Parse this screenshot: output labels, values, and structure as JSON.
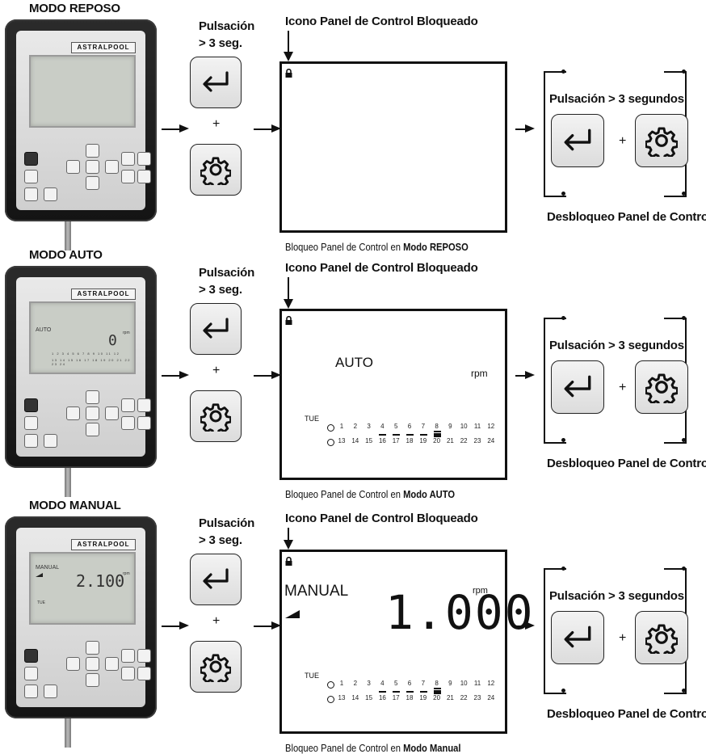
{
  "rows": [
    {
      "mode_title": "MODO REPOSO",
      "press_line1": "Pulsación",
      "press_line2": "> 3 seg.",
      "icon_label": "Icono Panel de Control Bloqueado",
      "caption_prefix": "Bloqueo Panel de Control en ",
      "caption_mode": "Modo REPOSO",
      "unlock_press": "Pulsación > 3 segundos",
      "unlock_caption": "Desbloqueo Panel de Control",
      "device_brand": "ASTRALPOOL"
    },
    {
      "mode_title": "MODO AUTO",
      "press_line1": "Pulsación",
      "press_line2": "> 3 seg.",
      "icon_label": "Icono Panel de Control Bloqueado",
      "caption_prefix": "Bloqueo Panel de Control en ",
      "caption_mode": "Modo AUTO",
      "unlock_press": "Pulsación > 3 segundos",
      "unlock_caption": "Desbloqueo Panel de Control",
      "device_brand": "ASTRALPOOL",
      "screen_mode": "AUTO",
      "screen_unit": "rpm",
      "screen_day": "TUE",
      "device_lcd_mode": "AUTO",
      "device_lcd_value": "0",
      "device_lcd_unit": "rpm"
    },
    {
      "mode_title": "MODO MANUAL",
      "press_line1": "Pulsación",
      "press_line2": "> 3 seg.",
      "icon_label": "Icono Panel de Control Bloqueado",
      "caption_prefix": "Bloqueo Panel de Control en ",
      "caption_mode": "Modo Manual",
      "unlock_press": "Pulsación > 3 segundos",
      "unlock_caption": "Desbloqueo Panel de Control",
      "device_brand": "ASTRALPOOL",
      "screen_mode": "MANUAL",
      "screen_value": "1.000",
      "screen_unit": "rpm",
      "screen_day": "TUE",
      "device_lcd_mode": "MANUAL",
      "device_lcd_value": "2.100",
      "device_lcd_unit": "rpm",
      "device_lcd_day": "TUE"
    }
  ],
  "plus_sign": "+",
  "hours_row1": [
    "1",
    "2",
    "3",
    "4",
    "5",
    "6",
    "7",
    "8",
    "9",
    "10",
    "11",
    "12"
  ],
  "hours_row2": [
    "13",
    "14",
    "15",
    "16",
    "17",
    "18",
    "19",
    "20",
    "21",
    "22",
    "23",
    "24"
  ]
}
